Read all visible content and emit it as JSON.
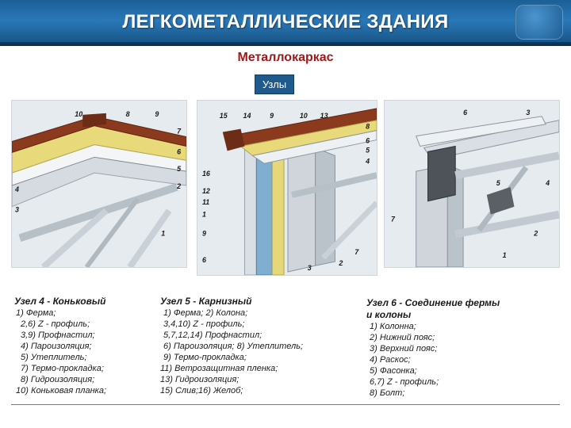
{
  "header": {
    "title": "ЛЕГКОМЕТАЛЛИЧЕСКИЕ ЗДАНИЯ",
    "subtitle": "Металлокаркас",
    "badge": "Узлы"
  },
  "figures": {
    "node4_labels": [
      "10",
      "8",
      "9",
      "7",
      "6",
      "5",
      "2",
      "4",
      "3",
      "1"
    ],
    "node5_labels": [
      "15",
      "14",
      "9",
      "10",
      "13",
      "8",
      "6",
      "5",
      "4",
      "16",
      "12",
      "11",
      "1",
      "9",
      "6",
      "3",
      "2",
      "7"
    ],
    "node6_labels": [
      "6",
      "3",
      "5",
      "4",
      "7",
      "2",
      "1"
    ]
  },
  "captions": {
    "node4": {
      "title": "Узел 4 - Коньковый",
      "lines": [
        "1) Ферма;",
        "2,6) Z - профиль;",
        "3,9) Профнастил;",
        "4) Пароизоляция;",
        "5) Утеплитель;",
        "7) Термо-прокладка;",
        "8) Гидроизоляция;",
        "10) Коньковая планка;"
      ]
    },
    "node5": {
      "title": "Узел 5 - Карнизный",
      "lines": [
        "1) Ферма; 2) Колона;",
        "3,4,10) Z - профиль;",
        "5,7,12,14) Профнастил;",
        "6) Пароизоляция; 8) Утеплитель;",
        "9) Термо-прокладка;",
        "11) Ветрозащитная пленка;",
        "13) Гидроизоляция;",
        "15) Слив;16) Желоб;"
      ]
    },
    "node6": {
      "title_line1": "Узел 6 - Соединение фермы",
      "title_line2": "и колоны",
      "lines": [
        "1) Колонна;",
        "2) Нижний пояс;",
        "3) Верхний пояс;",
        "4) Раскос;",
        "5) Фасонка;",
        "6,7) Z - профиль;",
        "8) Болт;"
      ]
    }
  }
}
